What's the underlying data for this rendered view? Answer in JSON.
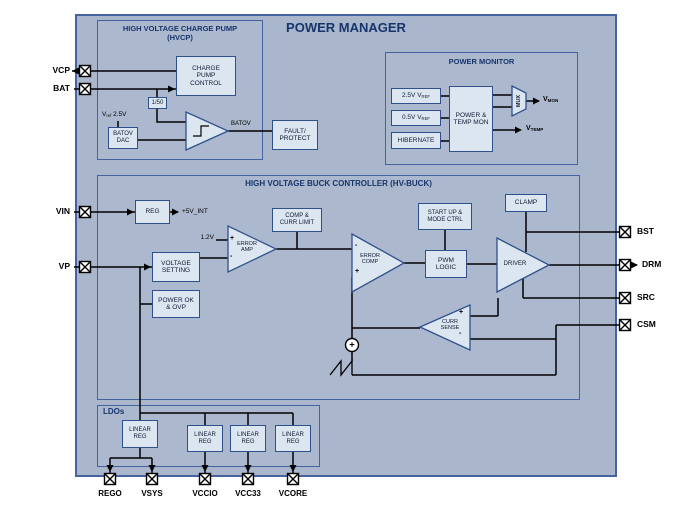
{
  "title": "POWER MANAGER",
  "hvcp": {
    "title_line1": "HIGH VOLTAGE CHARGE PUMP",
    "title_line2": "(HVCP)",
    "charge_pump_control": "CHARGE PUMP CONTROL",
    "divider_ratio": "1/50",
    "batov_dac": "BATOV DAC",
    "vref_pre": "V",
    "vref_sub": "ref",
    "vref_post": " 2.5V",
    "batov_label": "BATOV"
  },
  "fault_protect": "FAULT/ PROTECT",
  "power_monitor": {
    "title": "POWER MONITOR",
    "vref25_pre": "2.5V V",
    "vref25_sub": "REF",
    "vref05_pre": "0.5V V",
    "vref05_sub": "REF",
    "hibernate": "HIBERNATE",
    "power_temp_mon": "POWER & TEMP MON",
    "mux": "MUX",
    "vmon_pre": "V",
    "vmon_sub": "MON",
    "vtemp_pre": "V",
    "vtemp_sub": "TEMP"
  },
  "hv_buck": {
    "title": "HIGH VOLTAGE BUCK CONTROLLER (HV-BUCK)",
    "reg": "REG",
    "v5int": "+5V_INT",
    "comp_curr_limit": "COMP & CURR LIMIT",
    "ref_1v2": "1.2V",
    "error_amp": "ERROR AMP",
    "voltage_setting": "VOLTAGE SETTING",
    "power_ok_ovp": "POWER OK & OVP",
    "error_comp": "ERROR COMP",
    "pwm_logic": "PWM LOGIC",
    "startup_mode_ctrl": "START UP & MODE CTRL",
    "clamp": "CLAMP",
    "driver": "DRIVER",
    "curr_sense": "CURR SENSE",
    "plus": "+",
    "minus": "-"
  },
  "ldos": {
    "title": "LDOs",
    "linear_reg": "LINEAR REG"
  },
  "pins": {
    "left": [
      "VCP",
      "BAT",
      "VIN",
      "VP"
    ],
    "right": [
      "BST",
      "DRM",
      "SRC",
      "CSM"
    ],
    "bottom": [
      "REGO",
      "VSYS",
      "VCCIO",
      "VCC33",
      "VCORE"
    ]
  },
  "colors": {
    "outer_fill": "#a9b6cc",
    "border_blue": "#44639f",
    "block_fill": "#dce6f1",
    "block_border": "#30508c",
    "title_text": "#17356b",
    "line": "#000000"
  }
}
